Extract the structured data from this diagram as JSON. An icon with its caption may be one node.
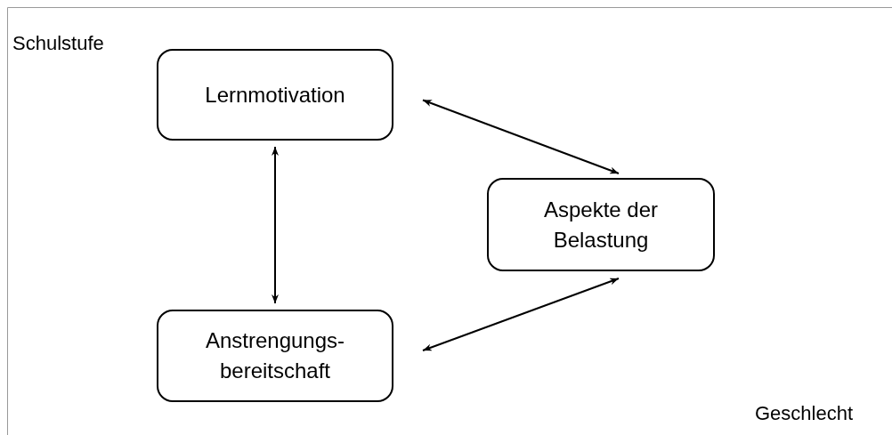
{
  "diagram": {
    "nodes": [
      {
        "text": [
          "Lernmotivation"
        ]
      },
      {
        "text": [
          "Aspekte der Belastung"
        ]
      },
      {
        "text": [
          "Anstrengungs-bereitschaft"
        ]
      }
    ],
    "edges": [
      {
        "from": 0,
        "to": 1,
        "arrow": "both"
      },
      {
        "from": 0,
        "to": 2,
        "arrow": "both"
      },
      {
        "from": 2,
        "to": 1,
        "arrow": "both"
      }
    ],
    "labels": [
      "Schulstufe",
      "Geschlecht"
    ]
  }
}
